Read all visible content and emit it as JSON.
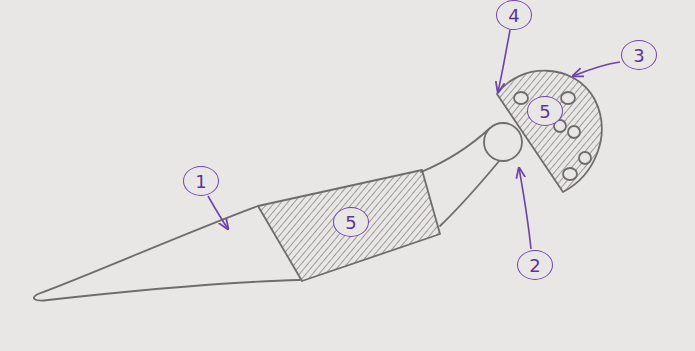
{
  "diagram": {
    "labels": [
      "4",
      "3",
      "5",
      "1",
      "5",
      "2"
    ]
  }
}
